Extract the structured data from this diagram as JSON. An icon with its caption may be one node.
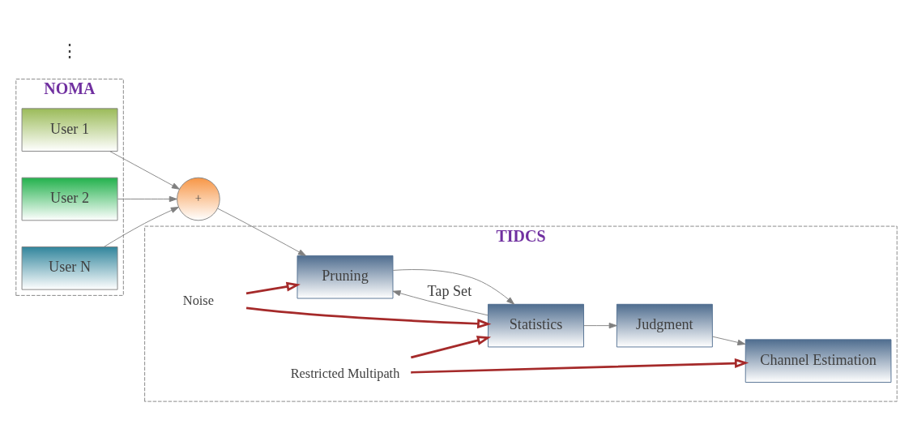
{
  "diagram": {
    "nodes": [
      {
        "text": [
          "NOMA"
        ]
      },
      {
        "text": [
          "User 1"
        ],
        "in": 0
      },
      {
        "text": [
          "User 2"
        ],
        "in": 0
      },
      {
        "text": [
          "User N"
        ],
        "in": 0
      },
      {
        "text": [
          "+"
        ]
      },
      {
        "text": [
          "TIDCS"
        ]
      },
      {
        "text": [
          "Pruning"
        ],
        "in": 5
      },
      {
        "text": [
          "Statistics"
        ],
        "in": 5
      },
      {
        "text": [
          "Judgment"
        ],
        "in": 5
      },
      {
        "text": [
          "Channel Estimation"
        ],
        "in": 5
      },
      {
        "text": [
          "Noise"
        ],
        "in": 5
      },
      {
        "text": [
          "Restricted Multipath"
        ],
        "in": 5
      }
    ],
    "edges": [
      {
        "from": 1,
        "to": 4,
        "arrow": "to"
      },
      {
        "from": 2,
        "to": 4,
        "arrow": "to"
      },
      {
        "from": 3,
        "to": 4,
        "arrow": "to"
      },
      {
        "from": 4,
        "to": 6,
        "arrow": "to"
      },
      {
        "from": 6,
        "to": 7,
        "arrow": "to"
      },
      {
        "from": 7,
        "to": 8,
        "arrow": "to"
      },
      {
        "from": 7,
        "to": 6,
        "arrow": "to",
        "label": "Tap Set"
      },
      {
        "from": 8,
        "to": 9,
        "arrow": "to"
      },
      {
        "from": 10,
        "to": 6,
        "arrow": "to",
        "style": "thick",
        "color": "#a52a2a"
      },
      {
        "from": 10,
        "to": 7,
        "arrow": "to",
        "style": "thick",
        "color": "#a52a2a"
      },
      {
        "from": 11,
        "to": 7,
        "arrow": "to",
        "style": "thick",
        "color": "#a52a2a"
      },
      {
        "from": 11,
        "to": 9,
        "arrow": "to",
        "style": "thick",
        "color": "#a52a2a"
      }
    ],
    "labels": [
      "⋮"
    ]
  }
}
